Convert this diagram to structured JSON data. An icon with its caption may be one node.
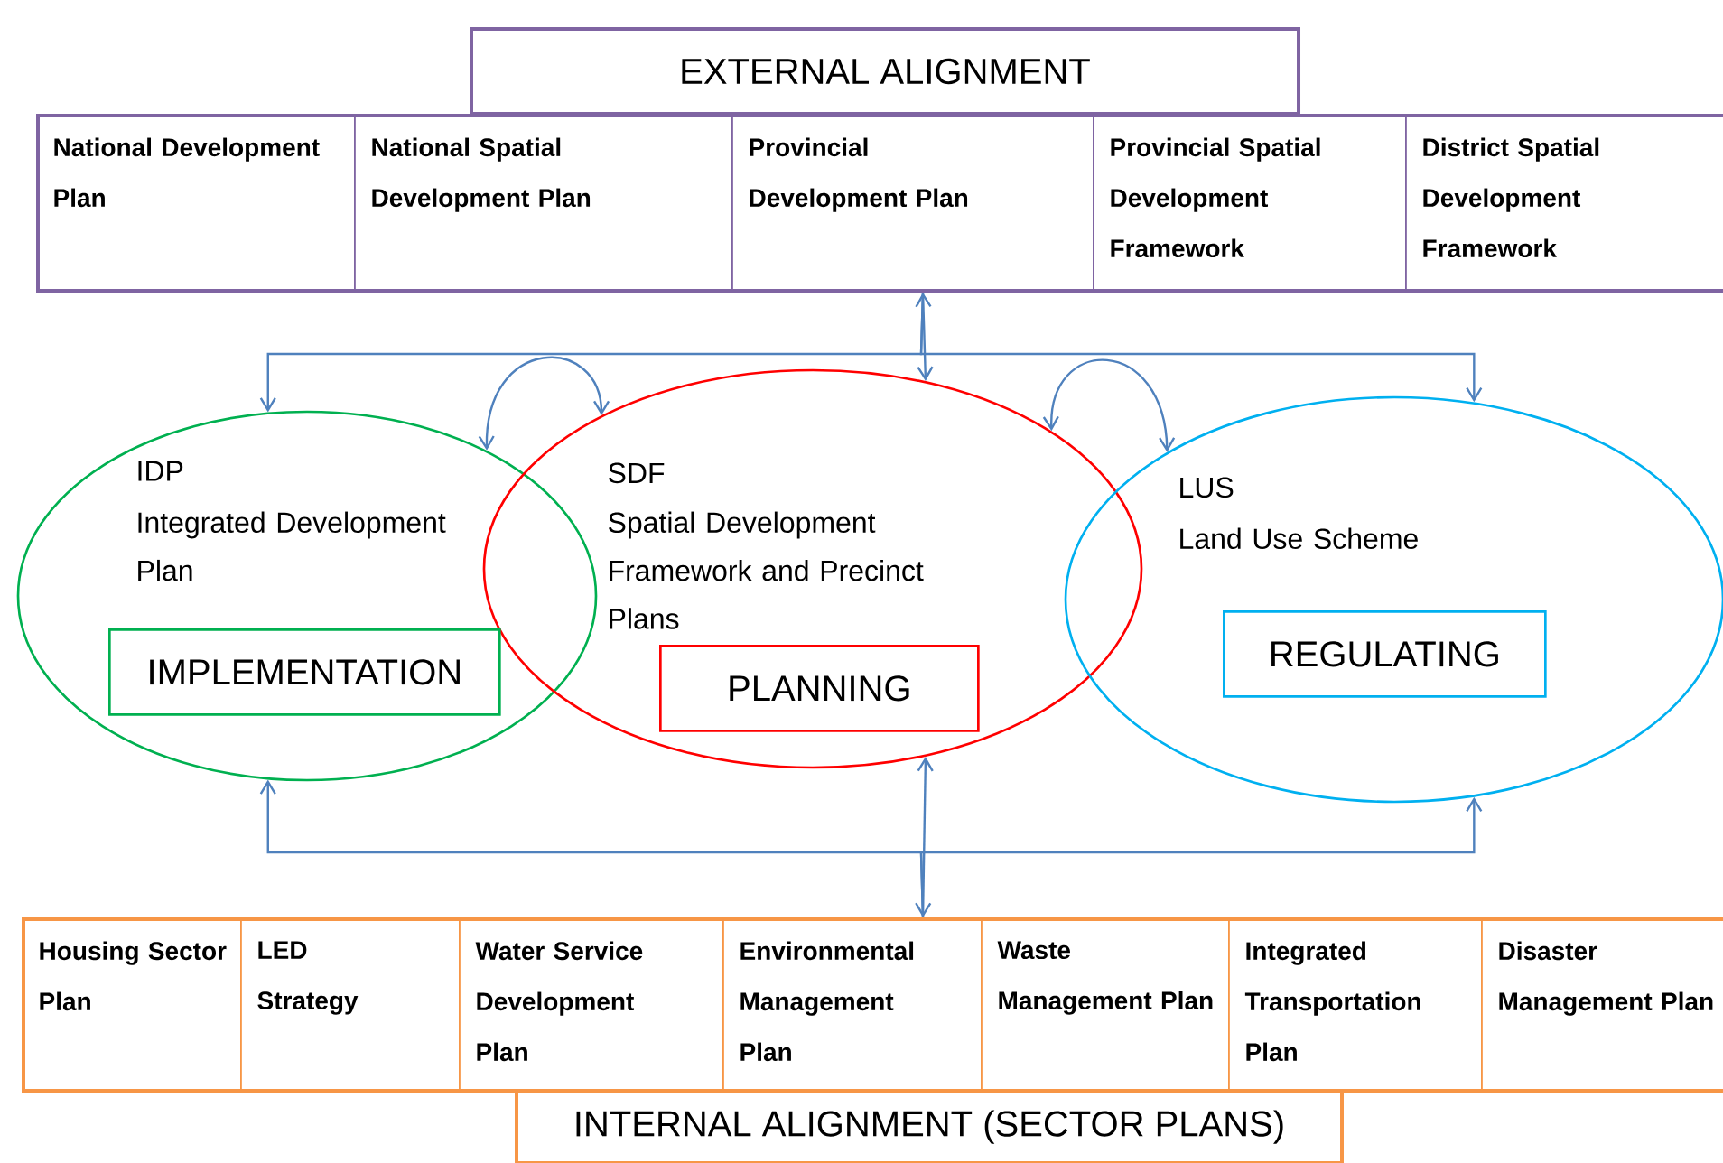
{
  "diagram": {
    "nodes": [
      {
        "text": [
          "EXTERNAL ALIGNMENT"
        ]
      },
      {
        "text": [],
        "shape": "box"
      },
      {
        "text": [
          "National Development Plan"
        ],
        "in": 1
      },
      {
        "text": [
          "National Spatial Development Plan"
        ],
        "in": 1
      },
      {
        "text": [
          "Provincial Development Plan"
        ],
        "in": 1
      },
      {
        "text": [
          "Provincial Spatial Development Framework"
        ],
        "in": 1
      },
      {
        "text": [
          "District Spatial Development Framework"
        ],
        "in": 1
      },
      {
        "text": [
          "IDP",
          "Integrated Development Plan"
        ]
      },
      {
        "text": [
          "IMPLEMENTATION"
        ],
        "in": 7
      },
      {
        "text": [
          "SDF",
          "Spatial Development Framework and Precinct Plans"
        ]
      },
      {
        "text": [
          "PLANNING"
        ],
        "in": 9
      },
      {
        "text": [
          "LUS",
          "Land Use Scheme"
        ]
      },
      {
        "text": [
          "REGULATING"
        ],
        "in": 11
      },
      {
        "text": [],
        "shape": "box"
      },
      {
        "text": [
          "Housing Sector Plan"
        ],
        "in": 13
      },
      {
        "text": [
          "LED Strategy"
        ],
        "in": 13
      },
      {
        "text": [
          "Water Service Development Plan"
        ],
        "in": 13
      },
      {
        "text": [
          "Environmental Management Plan"
        ],
        "in": 13
      },
      {
        "text": [
          "Waste Management Plan"
        ],
        "in": 13
      },
      {
        "text": [
          "Integrated Transportation Plan"
        ],
        "in": 13
      },
      {
        "text": [
          "Disaster Management Plan"
        ],
        "in": 13
      },
      {
        "text": [
          "INTERNAL ALIGNMENT (SECTOR PLANS)"
        ]
      }
    ],
    "edges": [
      {
        "from": 1,
        "to": 9,
        "arrow": "both"
      },
      {
        "from": 1,
        "to": 7,
        "arrow": "to"
      },
      {
        "from": 1,
        "to": 11,
        "arrow": "to"
      },
      {
        "from": 7,
        "to": 9,
        "arrow": "both"
      },
      {
        "from": 9,
        "to": 11,
        "arrow": "both"
      },
      {
        "from": 13,
        "to": 9,
        "arrow": "both"
      },
      {
        "from": 13,
        "to": 7,
        "arrow": "to"
      },
      {
        "from": 13,
        "to": 11,
        "arrow": "to"
      }
    ]
  }
}
